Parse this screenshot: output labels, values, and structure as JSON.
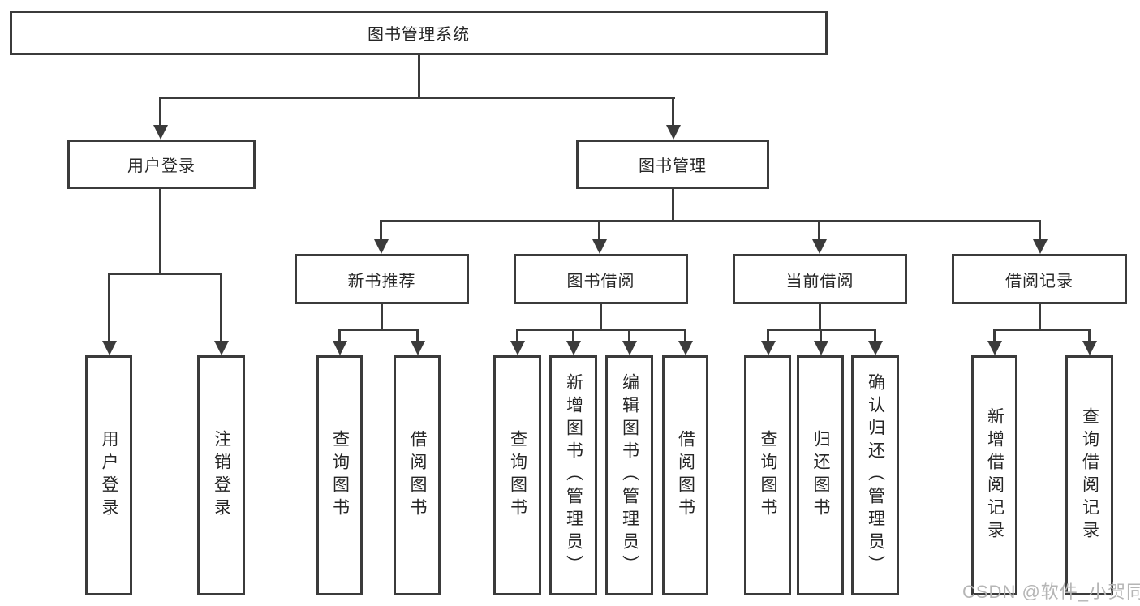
{
  "tree": {
    "root": {
      "label": "图书管理系统"
    },
    "level2": [
      {
        "label": "用户登录",
        "children": [
          {
            "label": "用户登录"
          },
          {
            "label": "注销登录"
          }
        ]
      },
      {
        "label": "图书管理",
        "children": [
          {
            "label": "新书推荐",
            "children": [
              {
                "label": "查询图书"
              },
              {
                "label": "借阅图书"
              }
            ]
          },
          {
            "label": "图书借阅",
            "children": [
              {
                "label": "查询图书"
              },
              {
                "label": "新增图书（管理员）"
              },
              {
                "label": "编辑图书（管理员）"
              },
              {
                "label": "借阅图书"
              }
            ]
          },
          {
            "label": "当前借阅",
            "children": [
              {
                "label": "查询图书"
              },
              {
                "label": "归还图书"
              },
              {
                "label": "确认归还（管理员）"
              }
            ]
          },
          {
            "label": "借阅记录",
            "children": [
              {
                "label": "新增借阅记录"
              },
              {
                "label": "查询借阅记录"
              }
            ]
          }
        ]
      }
    ]
  },
  "watermark": {
    "text": "CSDN @软件_小贺同学"
  },
  "colors": {
    "line": "#3b3b3b",
    "text": "#262626",
    "background": "#ffffff",
    "watermark": "#b5b5b5"
  }
}
